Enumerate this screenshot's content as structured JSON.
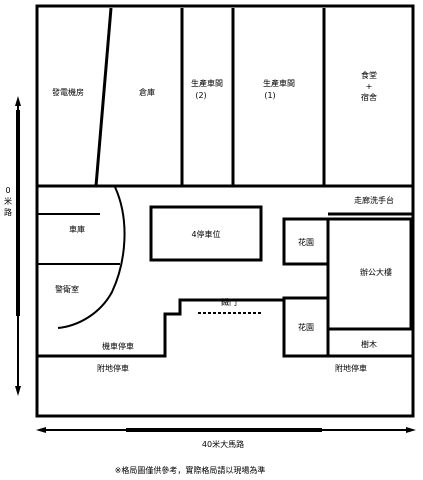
{
  "rooms": {
    "power_room": "發電機房",
    "warehouse": "倉庫",
    "workshop2_name": "生產車間",
    "workshop2_num": "(2)",
    "workshop1_name": "生產車間",
    "workshop1_num": "(1)",
    "canteen_line1": "食堂",
    "canteen_line2": "+",
    "canteen_line3": "宿舍",
    "corridor_sink": "走廊洗手台",
    "garage": "車庫",
    "parking4": "4停車位",
    "garden_top": "花園",
    "office": "辦公大樓",
    "guard_room": "警衛室",
    "iron_gate": "鐵門",
    "garden_bottom": "花園",
    "tree": "樹木",
    "moto_parking": "機車停車",
    "attached_parking_left": "附地停車",
    "attached_parking_right": "附地停車"
  },
  "roads": {
    "left_line1": "0",
    "left_line2": "米",
    "left_line3": "路",
    "bottom": "40米大馬路"
  },
  "footnote": "※格局圖僅供參考，實際格局請以現場為準",
  "colors": {
    "line": "#000000",
    "background": "#ffffff"
  }
}
